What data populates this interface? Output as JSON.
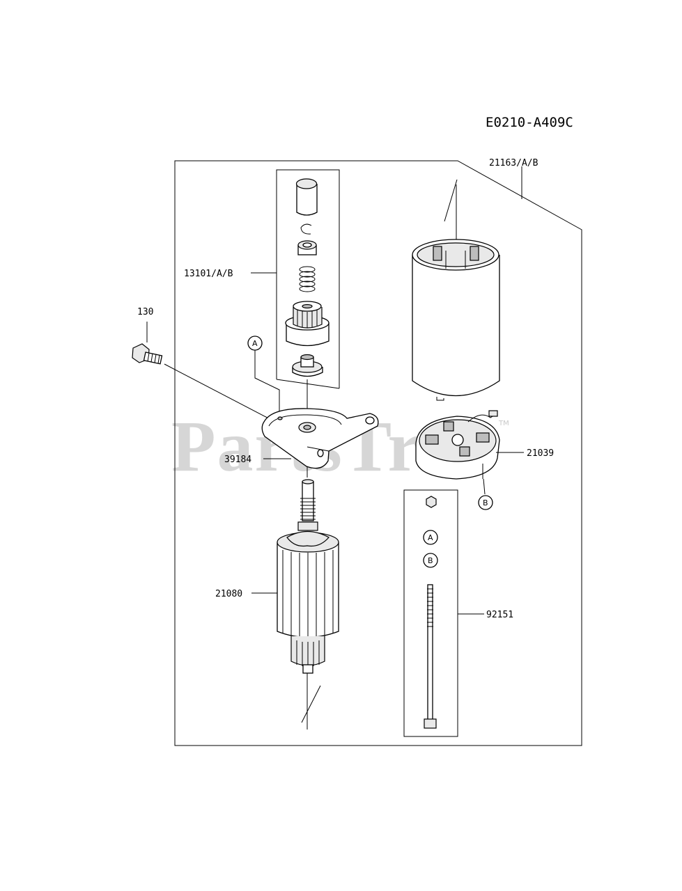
{
  "diagram": {
    "code": "E0210-A409C",
    "watermark": "PartsTree",
    "watermark_tm": "TM",
    "callouts": {
      "housing": "21163/A/B",
      "pinion_set": "13101/A/B",
      "bolt": "130",
      "bracket": "39184",
      "brush_holder": "21039",
      "armature": "21080",
      "bolt_set": "92151"
    },
    "markers": {
      "a_bracket": "A",
      "b_holder": "B",
      "a_set": "A",
      "b_set": "B"
    }
  }
}
